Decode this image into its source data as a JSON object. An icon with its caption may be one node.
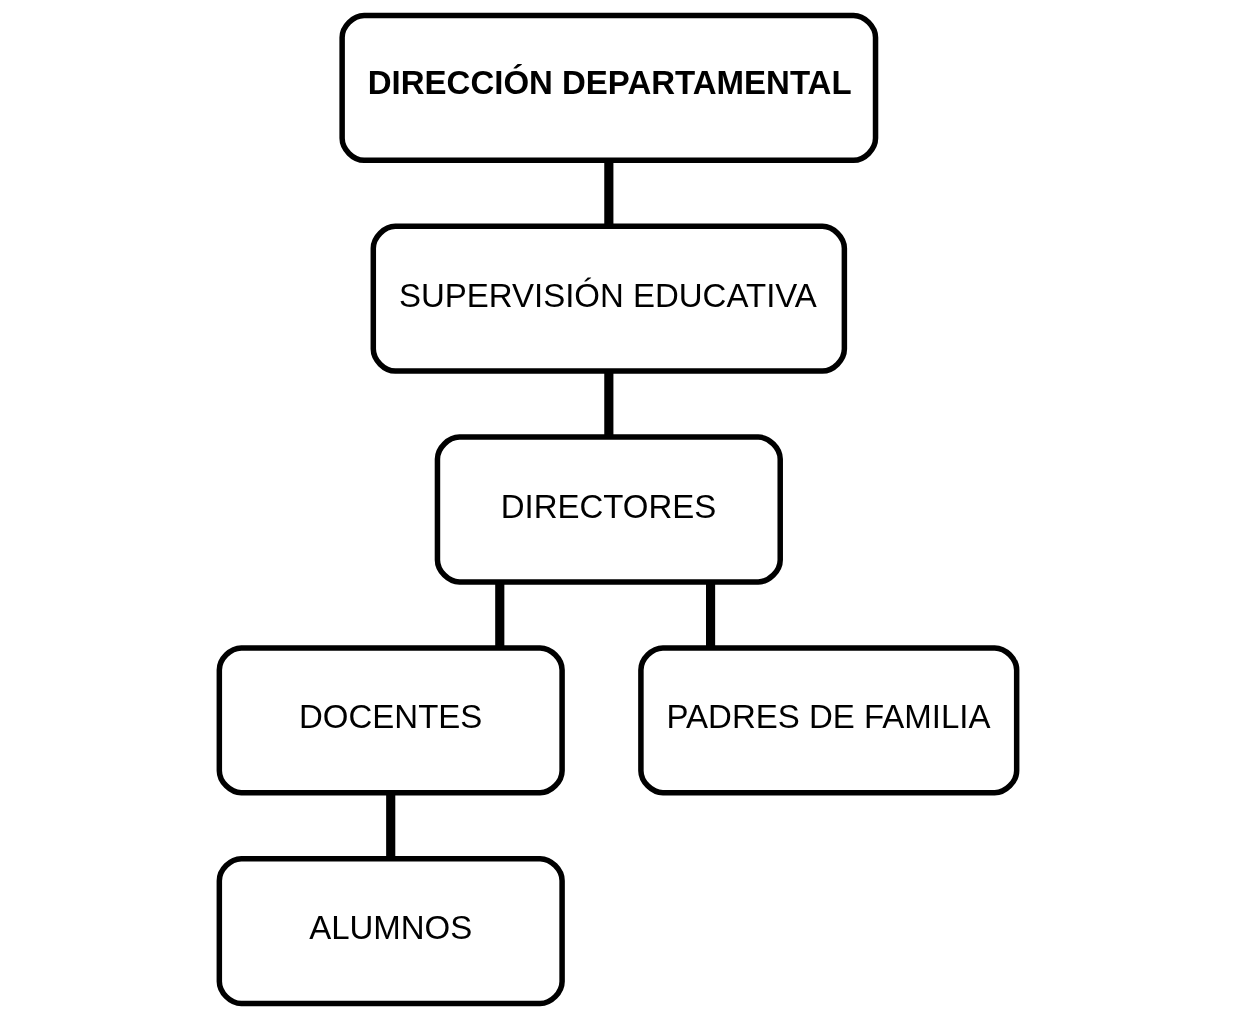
{
  "diagram": {
    "nodes": [
      {
        "text": [
          "DIRECCIÓN DEPARTAMENTAL"
        ]
      },
      {
        "text": [
          "SUPERVISIÓN EDUCATIVA"
        ]
      },
      {
        "text": [
          "DIRECTORES"
        ]
      },
      {
        "text": [
          "DOCENTES"
        ]
      },
      {
        "text": [
          "PADRES DE FAMILIA"
        ]
      },
      {
        "text": [
          "ALUMNOS"
        ]
      }
    ],
    "edges": [
      {
        "from": 0,
        "to": 1,
        "arrow": "none"
      },
      {
        "from": 1,
        "to": 2,
        "arrow": "none"
      },
      {
        "from": 2,
        "to": 3,
        "arrow": "none"
      },
      {
        "from": 2,
        "to": 4,
        "arrow": "none"
      },
      {
        "from": 3,
        "to": 5,
        "arrow": "none"
      }
    ]
  }
}
